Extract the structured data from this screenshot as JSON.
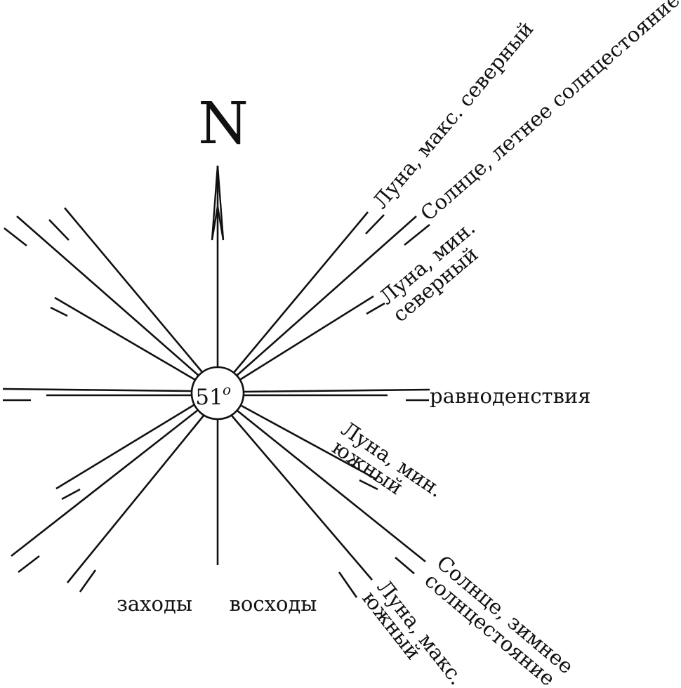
{
  "north_label": "N",
  "latitude": {
    "value": "51",
    "unit": "o"
  },
  "labels": {
    "moon_max_north": "Луна, макс. северный",
    "sun_summer_solstice": "Солнце, летнее солнцестояние",
    "moon_min_north_1": "Луна, мин.",
    "moon_min_north_2": "северный",
    "equinoxes": "равноденствия",
    "moon_min_south_1": "Луна, мин.",
    "moon_min_south_2": "южный",
    "sun_winter_solstice_1": "Солнце, зимнее",
    "sun_winter_solstice_2": "солнцестояние",
    "moon_max_south_1": "Луна, макс.",
    "moon_max_south_2": "южный",
    "sunsets": "заходы",
    "sunrises": "восходы"
  },
  "colors": {
    "ink": "#111111",
    "background": "#ffffff"
  }
}
